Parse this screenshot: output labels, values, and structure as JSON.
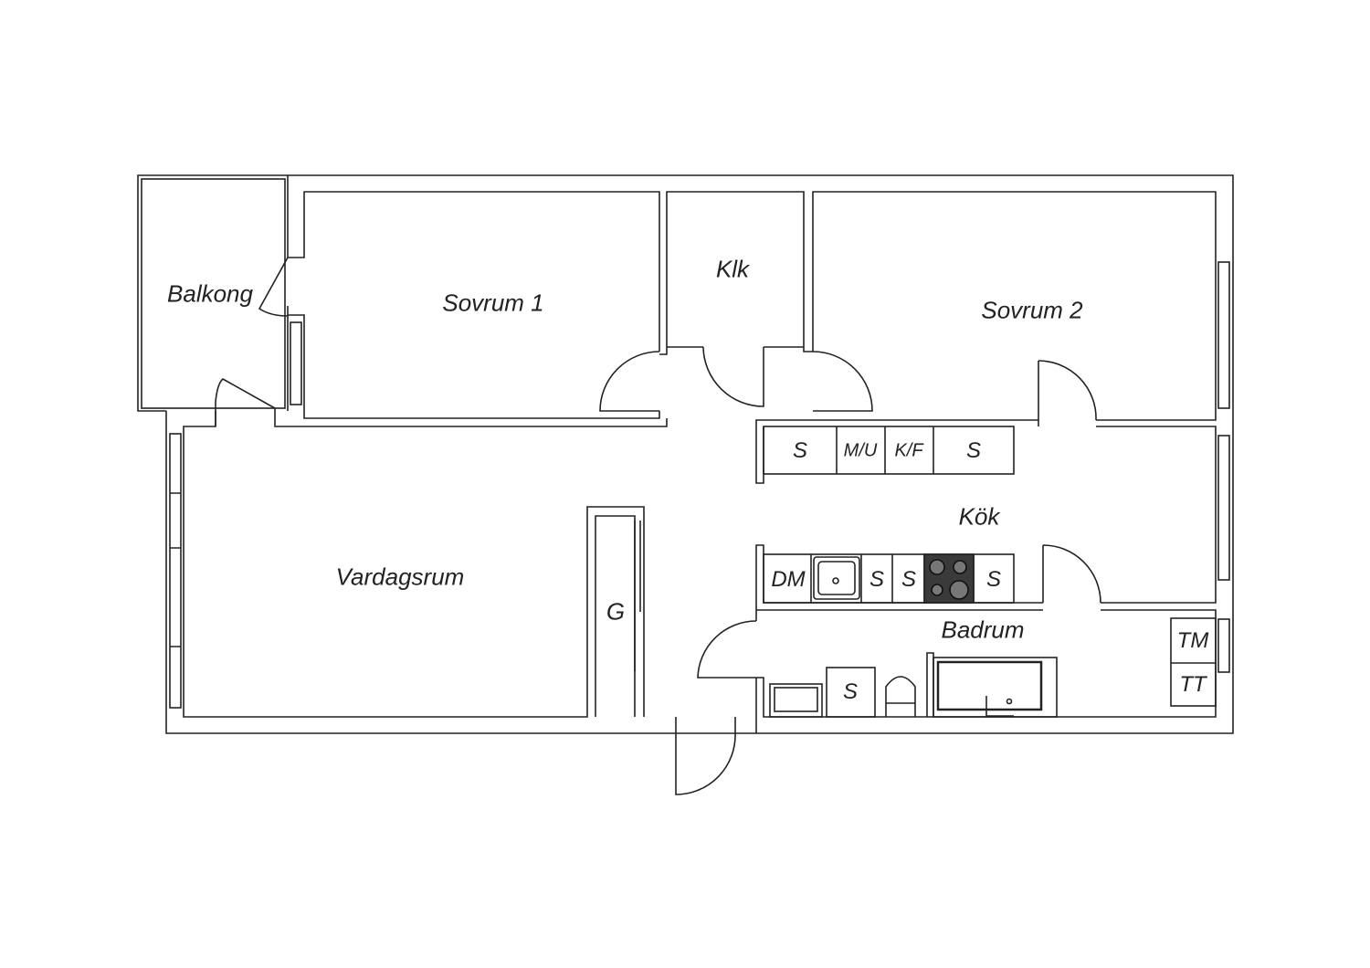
{
  "rooms": {
    "balcony": "Balkong",
    "bedroom1": "Sovrum  1",
    "closet": "Klk",
    "bedroom2": "Sovrum 2",
    "kitchen": "Kök",
    "living_room": "Vardagsrum",
    "wardrobe": "G",
    "bathroom": "Badrum"
  },
  "fixtures": {
    "upper_cabinet_1": "S",
    "microwave_oven": "M/U",
    "fridge_freezer": "K/F",
    "upper_cabinet_2": "S",
    "dishwasher": "DM",
    "lower_cabinet_1": "S",
    "lower_cabinet_2": "S",
    "lower_cabinet_3": "S",
    "bath_cabinet": "S",
    "washing_machine": "TM",
    "dryer": "TT"
  },
  "colors": {
    "line": "#222222",
    "stove": "#3a3a3a"
  }
}
